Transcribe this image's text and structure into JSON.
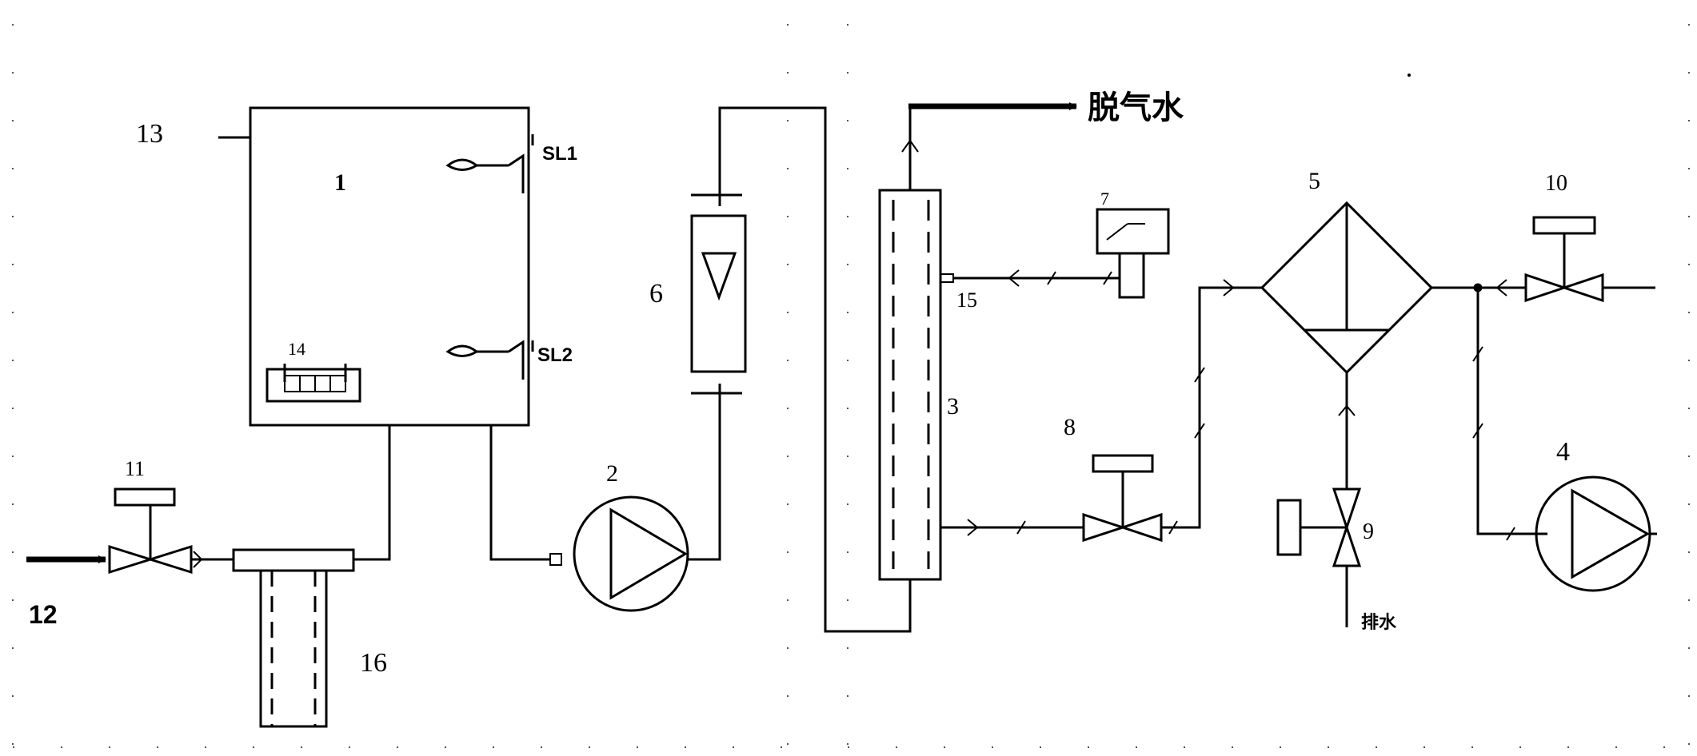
{
  "labels": {
    "tank": "1",
    "pump_2": "2",
    "column": "3",
    "pump_4": "4",
    "filter": "5",
    "flowmeter": "6",
    "gauge": "7",
    "valve_8": "8",
    "valve_9": "9",
    "valve_10": "10",
    "valve_11": "11",
    "inlet": "12",
    "vent": "13",
    "heater": "14",
    "probe": "15",
    "softener": "16",
    "level_high": "SL1",
    "level_low": "SL2",
    "outlet": "脱气水",
    "drain": "排水"
  }
}
